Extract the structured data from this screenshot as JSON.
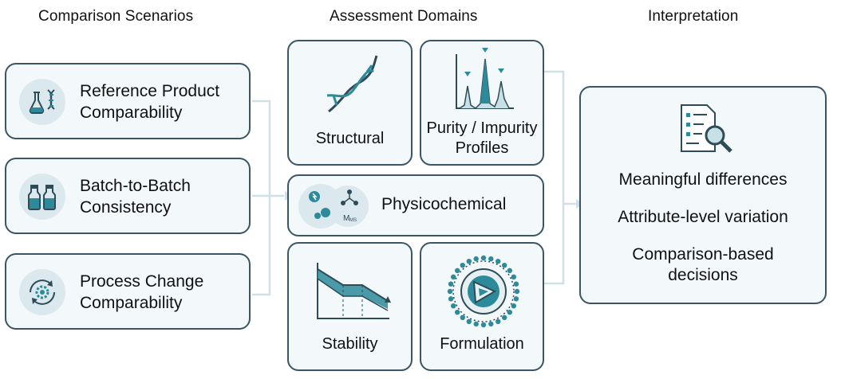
{
  "columns": {
    "scenarios_title": "Comparison Scenarios",
    "domains_title": "Assessment Domains",
    "interpretation_title": "Interpretation"
  },
  "scenarios": [
    {
      "line1": "Reference Product",
      "line2": "Comparability",
      "icon": "flask-dna-icon"
    },
    {
      "line1": "Batch-to-Batch",
      "line2": "Consistency",
      "icon": "vials-icon"
    },
    {
      "line1": "Process Change",
      "line2": "Comparability",
      "icon": "gear-cycle-icon"
    }
  ],
  "domains": {
    "structural": {
      "label": "Structural",
      "icon": "dna-helix-icon"
    },
    "purity": {
      "line1": "Purity / Impurity",
      "line2": "Profiles",
      "icon": "chromatogram-icon"
    },
    "physicochemical": {
      "label": "Physicochemical",
      "icon": "molecule-icon",
      "icon_text": "M",
      "icon_subtext": "MS"
    },
    "stability": {
      "label": "Stability",
      "icon": "decline-chart-icon"
    },
    "formulation": {
      "label": "Formulation",
      "icon": "nanoparticle-icon"
    }
  },
  "interpretation": {
    "icon": "report-magnifier-icon",
    "items": [
      "Meaningful differences",
      "Attribute-level variation",
      "Comparison-based",
      "decisions"
    ]
  },
  "colors": {
    "accent": "#2d8a9a",
    "border": "#3a5666",
    "card_bg": "#f3f8fa",
    "connector": "#c9dde4"
  }
}
